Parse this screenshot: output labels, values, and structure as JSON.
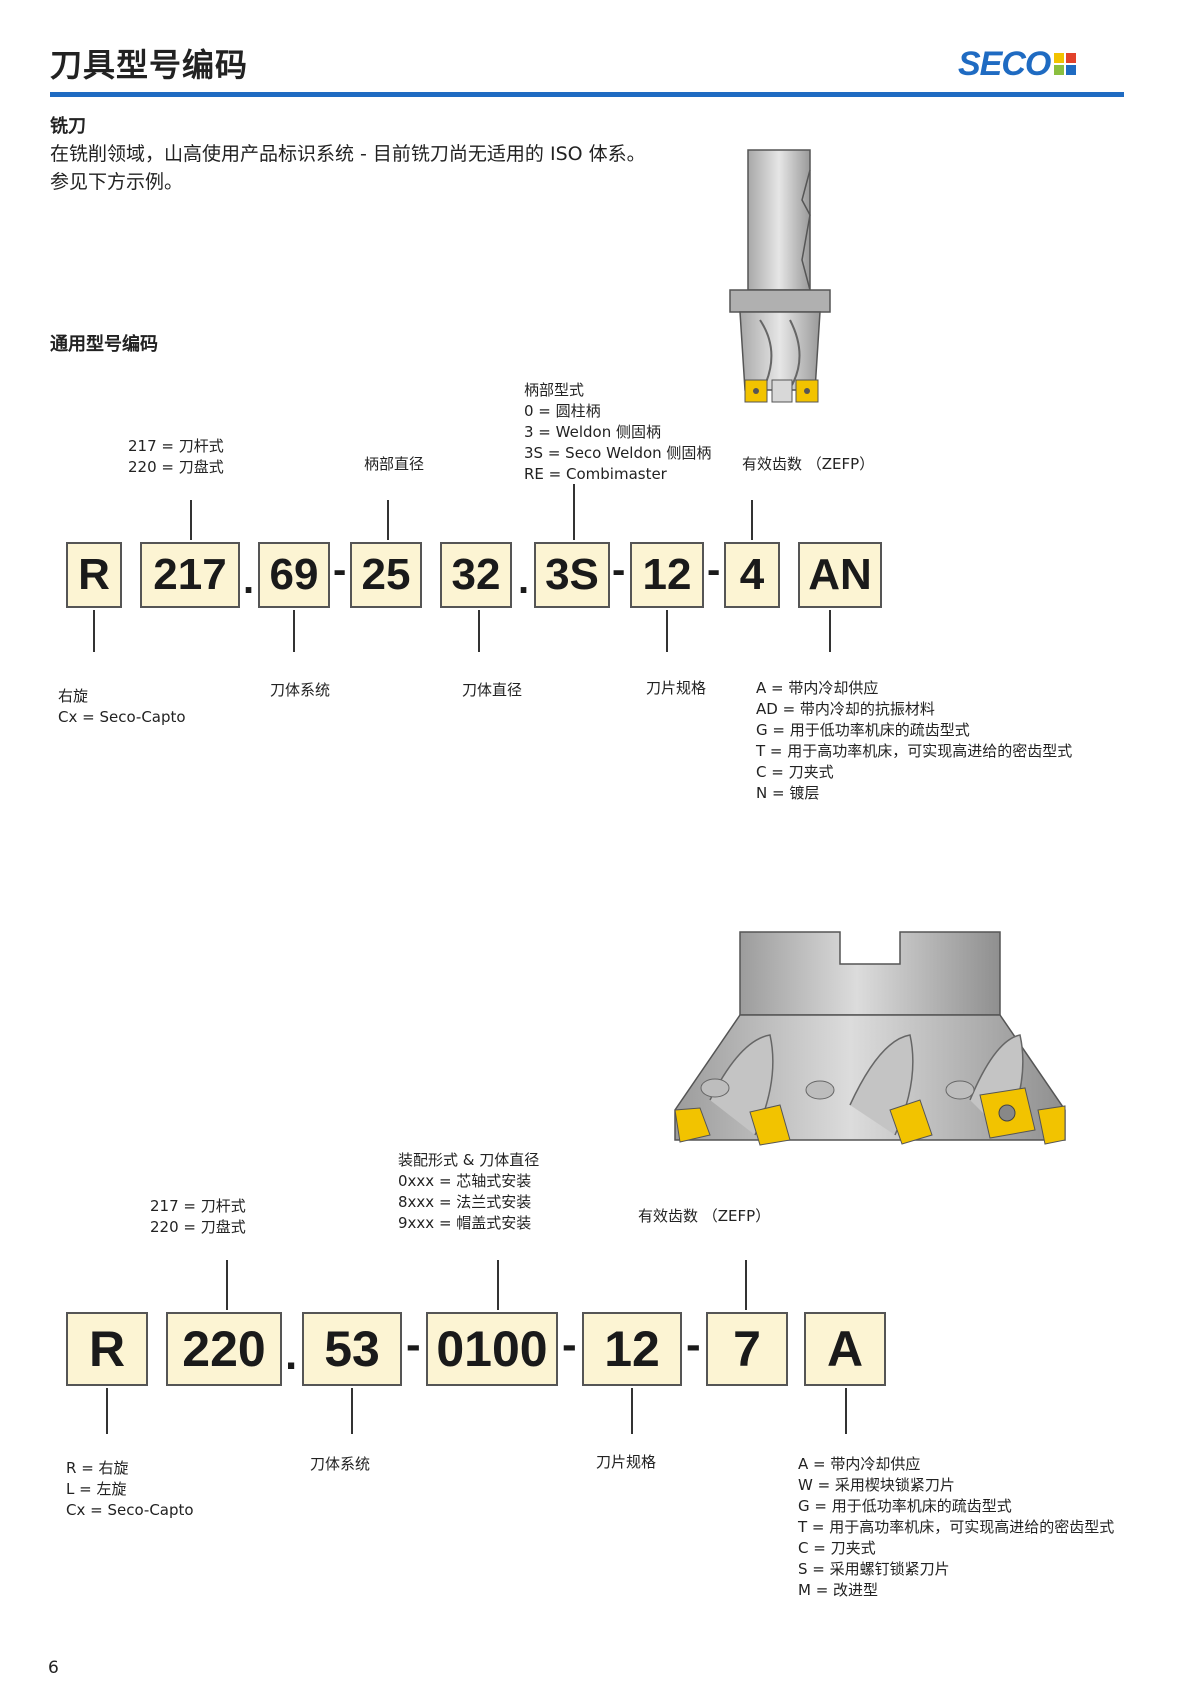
{
  "header": {
    "title": "刀具型号编码",
    "logo_text": "SECO",
    "logo_colors": [
      "#f2c300",
      "#e2422b",
      "#8bbf3f",
      "#1f6bc2"
    ],
    "rule_color": "#1f6bc2"
  },
  "section": {
    "title": "铣刀",
    "intro": "在铣削领域，山高使用产品标识系统 - 目前铣刀尚无适用的 ISO 体系。参见下方示例。"
  },
  "subsection_title": "通用型号编码",
  "example1": {
    "code": [
      "R",
      "217",
      ".",
      "69",
      "-",
      "25",
      "32",
      ".",
      "3S",
      "-",
      "12",
      "-",
      "4",
      "AN"
    ],
    "boxes": [
      "R",
      "217",
      "69",
      "25",
      "32",
      "3S",
      "12",
      "4",
      "AN"
    ],
    "seps": [
      ".",
      "-",
      ".",
      "-",
      "-"
    ],
    "top_labels": {
      "style": [
        "217 = 刀杆式",
        "220 = 刀盘式"
      ],
      "shank_dia": "柄部直径",
      "shank_type": [
        "柄部型式",
        "0 = 圆柱柄",
        "3 = Weldon 侧固柄",
        "3S = Seco Weldon 侧固柄",
        "RE = Combimaster"
      ],
      "teeth": "有效齿数 （ZEFP）"
    },
    "bottom_labels": {
      "hand": [
        "右旋",
        "Cx = Seco-Capto"
      ],
      "system": "刀体系统",
      "body_dia": "刀体直径",
      "insert": "刀片规格",
      "options": [
        "A = 带内冷却供应",
        "AD = 带内冷却的抗振材料",
        "G = 用于低功率机床的疏齿型式",
        "T = 用于高功率机床，可实现高进给的密齿型式",
        "C = 刀夹式",
        "N = 镀层"
      ]
    }
  },
  "example2": {
    "code": [
      "R",
      "220",
      ".",
      "53",
      "-",
      "0100",
      "-",
      "12",
      "-",
      "7",
      "A"
    ],
    "boxes": [
      "R",
      "220",
      "53",
      "0100",
      "12",
      "7",
      "A"
    ],
    "seps": [
      ".",
      "-",
      "-",
      "-"
    ],
    "top_labels": {
      "style": [
        "217 = 刀杆式",
        "220 = 刀盘式"
      ],
      "mounting": [
        "装配形式 & 刀体直径",
        "0xxx = 芯轴式安装",
        "8xxx = 法兰式安装",
        "9xxx = 帽盖式安装"
      ],
      "teeth": "有效齿数 （ZEFP）"
    },
    "bottom_labels": {
      "hand": [
        "R = 右旋",
        "L = 左旋",
        "Cx = Seco-Capto"
      ],
      "system": "刀体系统",
      "insert": "刀片规格",
      "options": [
        "A = 带内冷却供应",
        "W = 采用楔块锁紧刀片",
        "G = 用于低功率机床的疏齿型式",
        "T = 用于高功率机床，可实现高进给的密齿型式",
        "C = 刀夹式",
        "S = 采用螺钉锁紧刀片",
        "M = 改进型"
      ]
    }
  },
  "page_number": "6"
}
